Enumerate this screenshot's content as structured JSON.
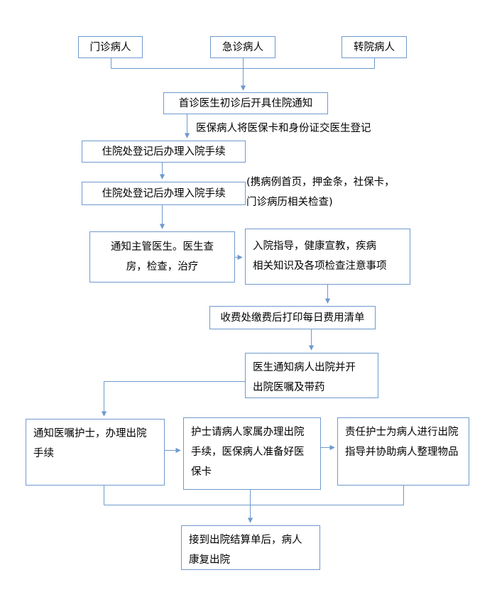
{
  "theme": {
    "line_color": "#6f99cd",
    "text_color": "#000000",
    "background": "#ffffff"
  },
  "flowchart": {
    "nodes": {
      "outpatient": {
        "label": "门诊病人"
      },
      "emergency": {
        "label": "急诊病人"
      },
      "transfer": {
        "label": "转院病人"
      },
      "admission_notice": {
        "label": "首诊医生初诊后开具住院通知"
      },
      "admission_desk_1": {
        "label": "住院处登记后办理入院手续"
      },
      "admission_desk_2": {
        "label": "住院处登记后办理入院手续"
      },
      "notify_chief_doctor": {
        "line1": "通知主管医生。医生查",
        "line2": "房，检查，治疗"
      },
      "admission_guidance": {
        "line1": "入院指导，健康宣教，疾病",
        "line2": "相关知识及各项检查注意事项"
      },
      "fee_print": {
        "label": "收费处缴费后打印每日费用清单"
      },
      "discharge_notice": {
        "line1": "医生通知病人出院并开",
        "line2": "出院医嘱及带药"
      },
      "notify_order_nurse": {
        "line1": "通知医嘱护士，办理出院",
        "line2": "手续"
      },
      "family_procedures": {
        "line1": "护士请病人家属办理出院",
        "line2": "手续，医保病人准备好医",
        "line3": "保卡"
      },
      "duty_nurse_guidance": {
        "line1": "责任护士为病人进行出院",
        "line2": "指导并协助病人整理物品"
      },
      "final_discharge": {
        "line1": "接到出院结算单后，病人",
        "line2": "康复出院"
      }
    },
    "notes": {
      "insurance_registration": "医保病人将医保卡和身份证交医生登记",
      "materials_line1": "(携病例首页，押金条，社保卡，",
      "materials_line2": "门诊病历相关检查)"
    }
  }
}
